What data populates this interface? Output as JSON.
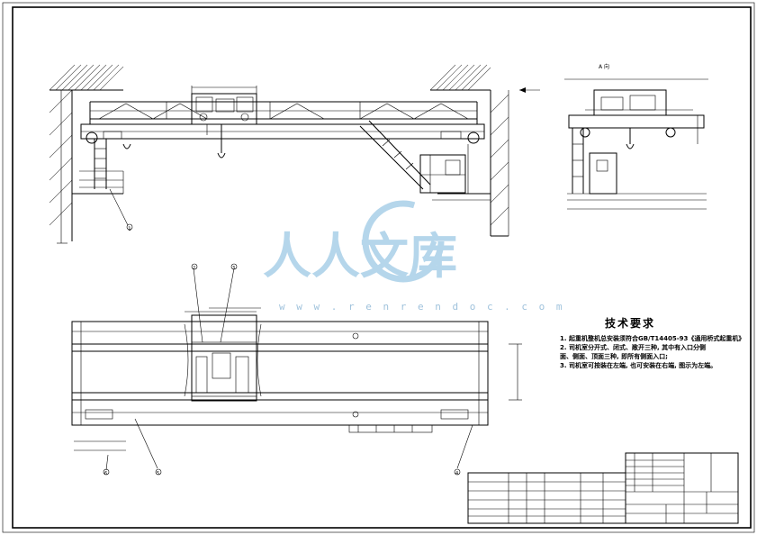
{
  "watermark": {
    "text": "人人文库",
    "url": "w w w . r e n r e n d o c . c o m"
  },
  "tech_requirements": {
    "title": "技术要求",
    "lines": [
      "1. 起重机整机总安装须符合GB/T14405-93《通用桥式起重机》",
      "2. 司机室分开式、闭式、敞开三种, 其中有入口分侧",
      "面、侧面、顶面三种, 即所有侧面入口;",
      "3. 司机室可按装在左端, 也可安装在右端, 图示为左端。"
    ]
  },
  "views": {
    "side_view_label": "A 向"
  },
  "callouts": [
    "1",
    "2",
    "3",
    "4",
    "5",
    "6"
  ],
  "colors": {
    "line": "#000000",
    "watermark": "#a9cfe8"
  }
}
